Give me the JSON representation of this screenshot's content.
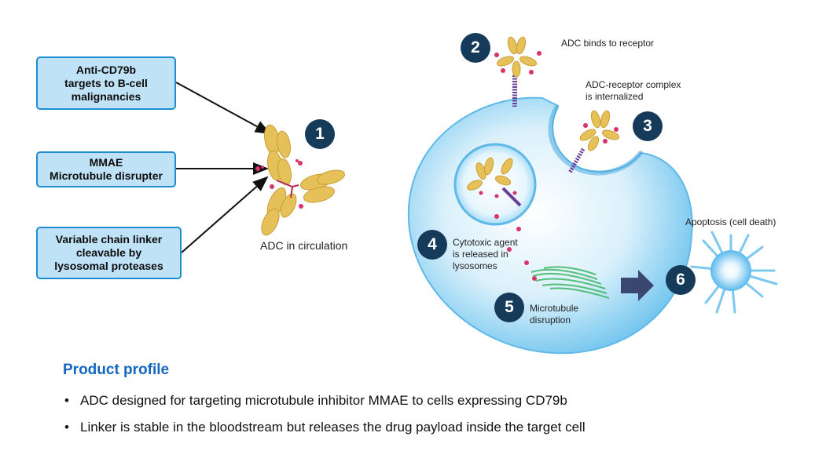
{
  "boxes": [
    "Anti-CD79b\ntargets to B-cell\nmalignancies",
    "MMAE\nMicrotubule disrupter",
    "Variable chain linker\ncleavable by\nlysosomal proteases"
  ],
  "steps": [
    {
      "number": "1",
      "label": "ADC in circulation"
    },
    {
      "number": "2",
      "label": "ADC binds to receptor"
    },
    {
      "number": "3",
      "label": "ADC-receptor complex\nis internalized"
    },
    {
      "number": "4",
      "label": "Cytotoxic agent\nis released in\nlysosomes"
    },
    {
      "number": "5",
      "label": "Microtubule\ndisruption"
    },
    {
      "number": "6",
      "label": "Apoptosis (cell death)"
    }
  ],
  "profile": {
    "title": "Product profile",
    "bullets": [
      "ADC designed for targeting microtubule inhibitor MMAE to cells expressing CD79b",
      "Linker is stable in the bloodstream but releases the drug payload inside the target cell"
    ]
  },
  "colors": {
    "box_fill": "#bfe2f6",
    "box_border": "#1d8fd1",
    "badge": "#163a5a",
    "antibody": "#e6c15a",
    "payload": "#d9336b",
    "cell": "#7cc8f0",
    "microtubule": "#45b86a",
    "title": "#1566c0"
  }
}
